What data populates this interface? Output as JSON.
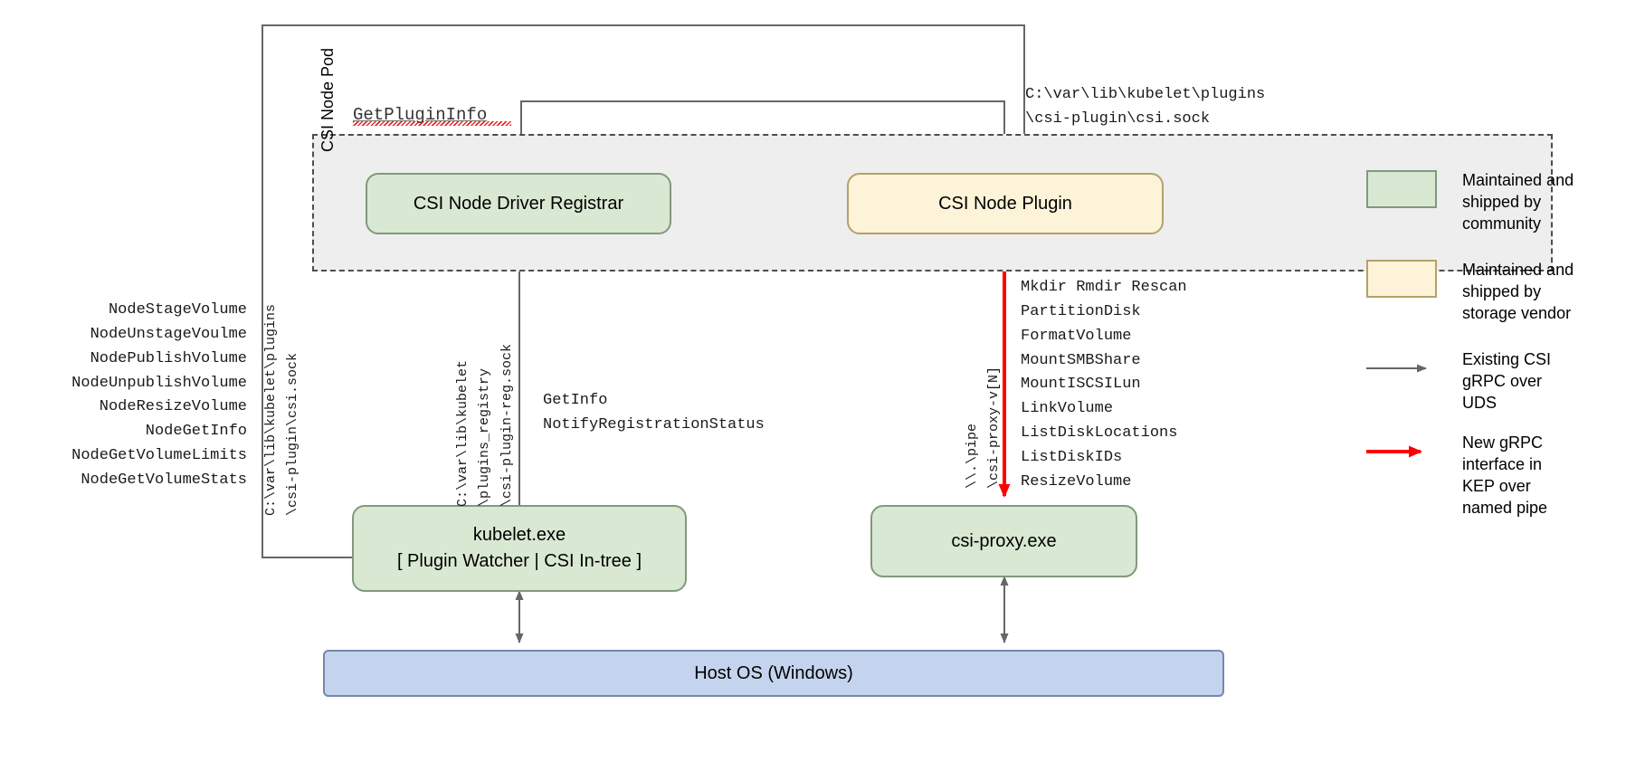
{
  "diagram": {
    "title": "CSI Proxy architecture on Windows",
    "pod": {
      "label": "CSI Node Pod"
    },
    "boxes": {
      "registrar": "CSI Node Driver Registrar",
      "plugin": "CSI Node Plugin",
      "kubelet_line1": "kubelet.exe",
      "kubelet_line2": "[ Plugin Watcher | CSI In-tree ]",
      "proxy": "csi-proxy.exe",
      "hostos": "Host OS (Windows)"
    },
    "labels": {
      "get_plugin_info": "GetPluginInfo",
      "plugin_socket_path": "C:\\var\\lib\\kubelet\\plugins\n\\csi-plugin\\csi.sock",
      "csi_sock_vertical": "C:\\var\\lib\\kubelet\\plugins\n\\csi-plugin\\csi.sock",
      "registry_sock_vertical": "C:\\var\\lib\\kubelet\n\\plugins_registry\n\\csi-plugin-reg.sock",
      "named_pipe_vertical": "\\\\.\\pipe\n\\csi-proxy-v[N]",
      "node_operations": "NodeStageVolume\nNodeUnstageVoulme\nNodePublishVolume\nNodeUnpublishVolume\nNodeResizeVolume\nNodeGetInfo\nNodeGetVolumeLimits\nNodeGetVolumeStats",
      "kubelet_rpcs": "GetInfo\nNotifyRegistrationStatus",
      "proxy_apis": "Mkdir Rmdir Rescan\nPartitionDisk\nFormatVolume\nMountSMBShare\nMountISCSILun\nLinkVolume\nListDiskLocations\nListDiskIDs\nResizeVolume"
    },
    "legend": [
      {
        "type": "swatch",
        "style": "green",
        "text": "Maintained and\nshipped by\ncommunity"
      },
      {
        "type": "swatch",
        "style": "yellow",
        "text": "Maintained and\nshipped by\nstorage vendor"
      },
      {
        "type": "arrow",
        "style": "gray",
        "text": "Existing CSI\ngRPC over\nUDS"
      },
      {
        "type": "arrow",
        "style": "red",
        "text": "New gRPC\ninterface in\nKEP over\nnamed pipe"
      }
    ],
    "colors": {
      "community_fill": "#d9e8d2",
      "vendor_fill": "#fdf3d8",
      "hostos_fill": "#c5d4ee",
      "pod_fill": "#eeeeee",
      "existing_arrow": "#666666",
      "new_arrow": "#ff0000"
    }
  }
}
